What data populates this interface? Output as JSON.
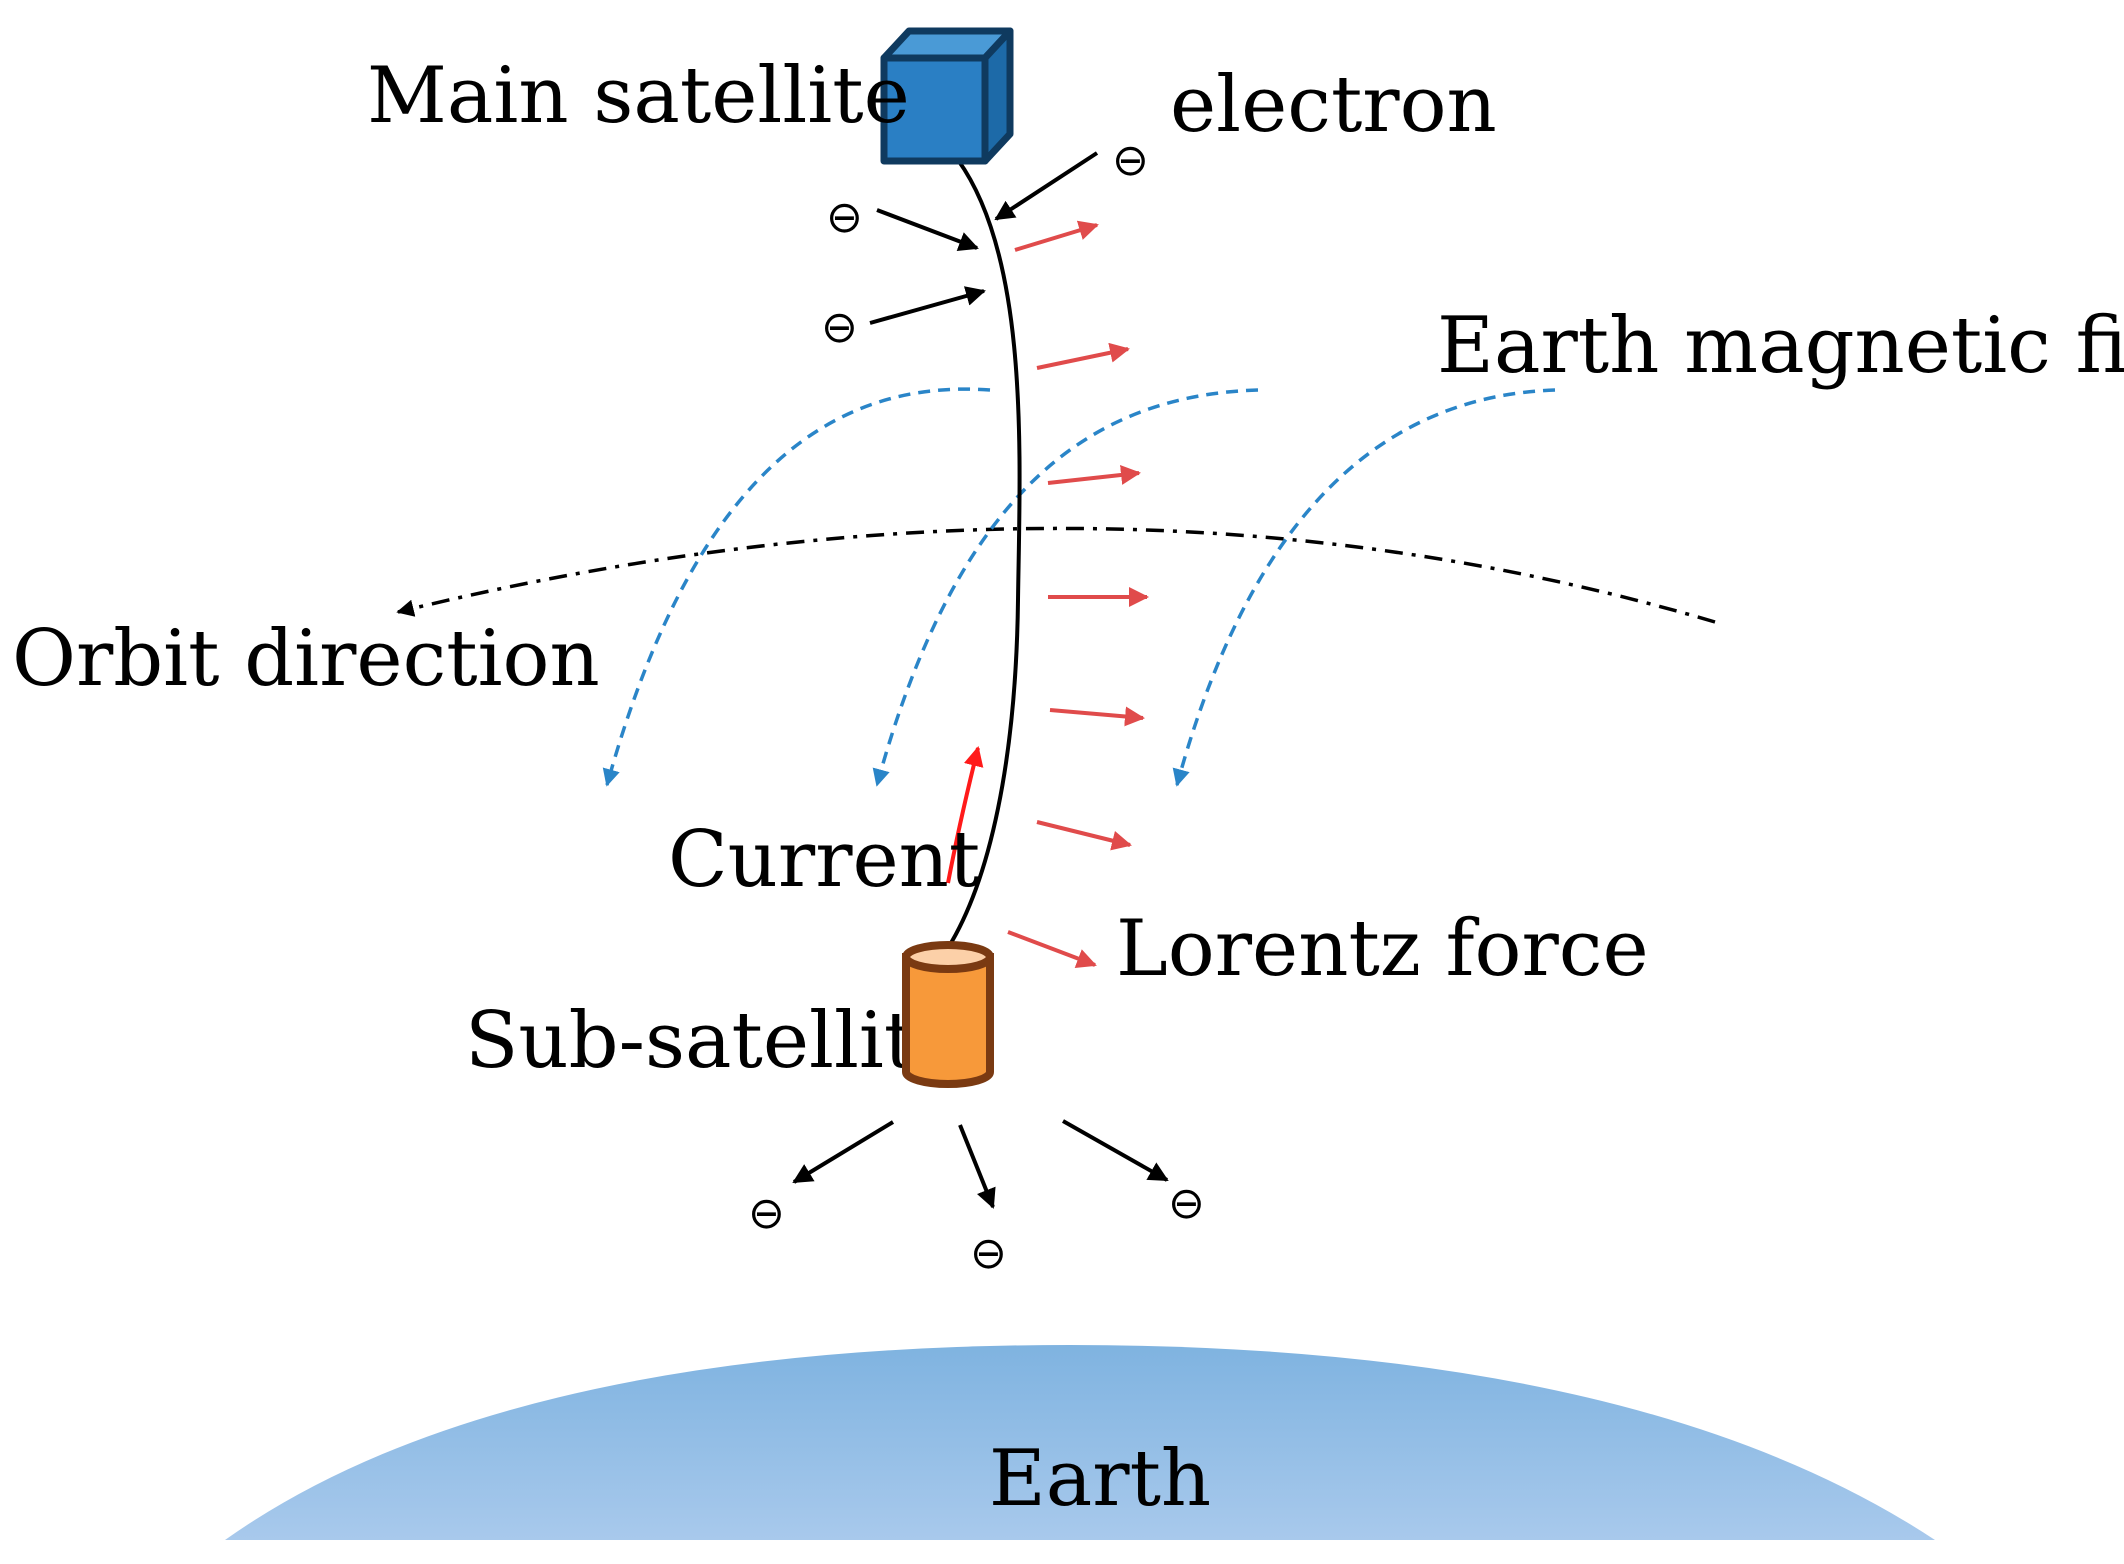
{
  "labels": {
    "main_satellite": "Main satellite",
    "electron": "electron",
    "earth_magnetic_field": "Earth magnetic field",
    "orbit_direction": "Orbit direction",
    "current": "Current",
    "lorentz_force": "Lorentz force",
    "sub_satellite": "Sub-satellite",
    "earth": "Earth"
  },
  "symbols": {
    "electron": "⊖"
  },
  "colors": {
    "main_satellite": "#2a7fc4",
    "main_satellite_edge": "#0f3a5f",
    "sub_satellite": "#f7993a",
    "sub_satellite_edge": "#7a3a12",
    "lorentz_force_arrow": "#e04b4b",
    "current_arrow": "#ff1a1a",
    "magnetic_field": "#2a85c8",
    "earth_top": "#7fb3e0",
    "earth_bottom": "#a8c9ec"
  }
}
